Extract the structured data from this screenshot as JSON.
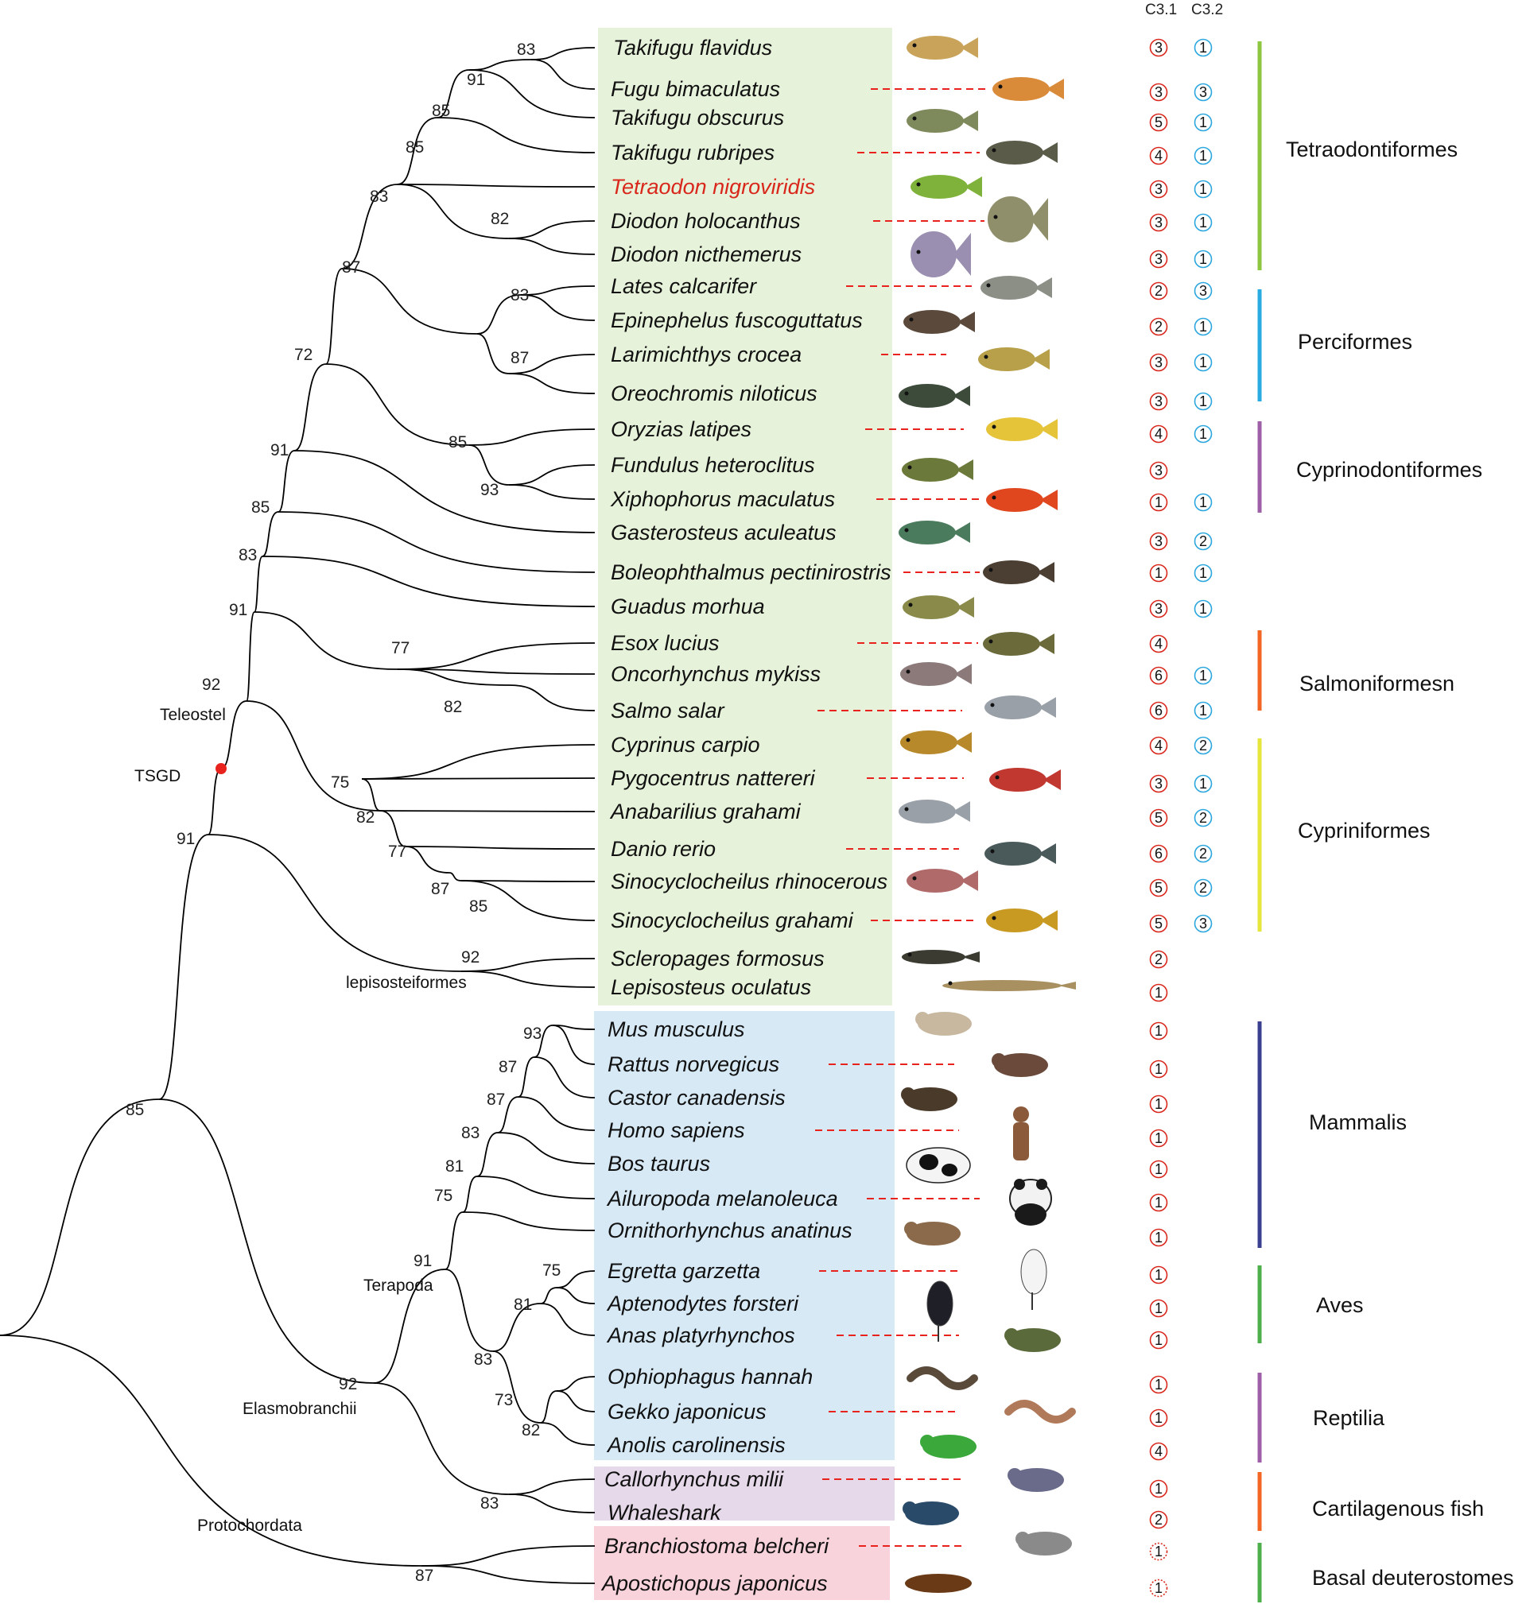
{
  "column_headers": [
    "C3.1",
    "C3.2"
  ],
  "groups": [
    {
      "name": "Tetraodontiformes",
      "color": "#8dc63f"
    },
    {
      "name": "Perciformes",
      "color": "#29abe2"
    },
    {
      "name": "Cyprinodontiformes",
      "color": "#9e5fa8"
    },
    {
      "name": "Salmoniformesn",
      "color": "#f26522"
    },
    {
      "name": "Cypriniformes",
      "color": "#e5e53c"
    },
    {
      "name": "Mammalis",
      "color": "#3b3f8f"
    },
    {
      "name": "Aves",
      "color": "#4daf4a"
    },
    {
      "name": "Reptilia",
      "color": "#9e5fa8"
    },
    {
      "name": "Cartilagenous fish",
      "color": "#f26522"
    },
    {
      "name": "Basal deuterostomes",
      "color": "#4daf4a"
    }
  ],
  "species": [
    {
      "name": "Takifugu flavidus",
      "c31": "3",
      "c32": "1",
      "highlight": false
    },
    {
      "name": "Fugu bimaculatus",
      "c31": "3",
      "c32": "3",
      "highlight": false
    },
    {
      "name": "Takifugu obscurus",
      "c31": "5",
      "c32": "1",
      "highlight": false
    },
    {
      "name": "Takifugu rubripes",
      "c31": "4",
      "c32": "1",
      "highlight": false
    },
    {
      "name": "Tetraodon nigroviridis",
      "c31": "3",
      "c32": "1",
      "highlight": true
    },
    {
      "name": "Diodon holocanthus",
      "c31": "3",
      "c32": "1",
      "highlight": false
    },
    {
      "name": "Diodon nicthemerus",
      "c31": "3",
      "c32": "1",
      "highlight": false
    },
    {
      "name": "Lates calcarifer",
      "c31": "2",
      "c32": "3",
      "highlight": false
    },
    {
      "name": "Epinephelus fuscoguttatus",
      "c31": "2",
      "c32": "1",
      "highlight": false
    },
    {
      "name": "Larimichthys crocea",
      "c31": "3",
      "c32": "1",
      "highlight": false
    },
    {
      "name": "Oreochromis niloticus",
      "c31": "3",
      "c32": "1",
      "highlight": false
    },
    {
      "name": "Oryzias latipes",
      "c31": "4",
      "c32": "1",
      "highlight": false
    },
    {
      "name": "Fundulus heteroclitus",
      "c31": "3",
      "c32": "",
      "highlight": false
    },
    {
      "name": "Xiphophorus maculatus",
      "c31": "1",
      "c32": "1",
      "highlight": false
    },
    {
      "name": "Gasterosteus aculeatus",
      "c31": "3",
      "c32": "2",
      "highlight": false
    },
    {
      "name": "Boleophthalmus pectinirostris",
      "c31": "1",
      "c32": "1",
      "highlight": false
    },
    {
      "name": "Guadus morhua",
      "c31": "3",
      "c32": "1",
      "highlight": false
    },
    {
      "name": "Esox lucius",
      "c31": "4",
      "c32": "",
      "highlight": false
    },
    {
      "name": "Oncorhynchus mykiss",
      "c31": "6",
      "c32": "1",
      "highlight": false
    },
    {
      "name": "Salmo salar",
      "c31": "6",
      "c32": "1",
      "highlight": false
    },
    {
      "name": "Cyprinus carpio",
      "c31": "4",
      "c32": "2",
      "highlight": false
    },
    {
      "name": "Pygocentrus nattereri",
      "c31": "3",
      "c32": "1",
      "highlight": false
    },
    {
      "name": "Anabarilius grahami",
      "c31": "5",
      "c32": "2",
      "highlight": false
    },
    {
      "name": "Danio rerio",
      "c31": "6",
      "c32": "2",
      "highlight": false
    },
    {
      "name": "Sinocyclocheilus rhinocerous",
      "c31": "5",
      "c32": "2",
      "highlight": false
    },
    {
      "name": "Sinocyclocheilus grahami",
      "c31": "5",
      "c32": "3",
      "highlight": false
    },
    {
      "name": "Scleropages formosus",
      "c31": "2",
      "c32": "",
      "highlight": false
    },
    {
      "name": "Lepisosteus oculatus",
      "c31": "1",
      "c32": "",
      "highlight": false
    },
    {
      "name": "Mus musculus",
      "c31": "1",
      "c32": "",
      "highlight": false
    },
    {
      "name": "Rattus norvegicus",
      "c31": "1",
      "c32": "",
      "highlight": false
    },
    {
      "name": "Castor canadensis",
      "c31": "1",
      "c32": "",
      "highlight": false
    },
    {
      "name": "Homo sapiens",
      "c31": "1",
      "c32": "",
      "highlight": false
    },
    {
      "name": "Bos taurus",
      "c31": "1",
      "c32": "",
      "highlight": false
    },
    {
      "name": "Ailuropoda melanoleuca",
      "c31": "1",
      "c32": "",
      "highlight": false
    },
    {
      "name": "Ornithorhynchus anatinus",
      "c31": "1",
      "c32": "",
      "highlight": false
    },
    {
      "name": "Egretta garzetta",
      "c31": "1",
      "c32": "",
      "highlight": false
    },
    {
      "name": "Aptenodytes forsteri",
      "c31": "1",
      "c32": "",
      "highlight": false
    },
    {
      "name": "Anas platyrhynchos",
      "c31": "1",
      "c32": "",
      "highlight": false
    },
    {
      "name": "Ophiophagus hannah",
      "c31": "1",
      "c32": "",
      "highlight": false
    },
    {
      "name": "Gekko japonicus",
      "c31": "1",
      "c32": "",
      "highlight": false
    },
    {
      "name": "Anolis carolinensis",
      "c31": "4",
      "c32": "",
      "highlight": false
    },
    {
      "name": "Callorhynchus milii",
      "c31": "1",
      "c32": "",
      "highlight": false
    },
    {
      "name": "Whaleshark",
      "c31": "2",
      "c32": "",
      "highlight": false
    },
    {
      "name": "Branchiostoma belcheri",
      "c31": "1",
      "c32": "",
      "highlight": false
    },
    {
      "name": "Apostichopus japonicus",
      "c31": "1",
      "c32": "",
      "highlight": false
    }
  ],
  "bootstrap": [
    "83",
    "91",
    "85",
    "85",
    "83",
    "82",
    "87",
    "83",
    "87",
    "72",
    "85",
    "93",
    "91",
    "85",
    "83",
    "91",
    "77",
    "82",
    "92",
    "75",
    "82",
    "77",
    "87",
    "85",
    "91",
    "92",
    "85",
    "93",
    "87",
    "87",
    "83",
    "81",
    "75",
    "91",
    "75",
    "81",
    "83",
    "73",
    "82",
    "92",
    "83",
    "87"
  ],
  "clade_labels": [
    "Teleostel",
    "TSGD",
    "lepisosteiformes",
    "Terapoda",
    "Elasmobranchii",
    "Protochordata"
  ],
  "colors": {
    "fish_panel": "#e6f2d9",
    "tetrapod_panel": "#d6e9f5",
    "cartilage_panel": "#e6d9ea",
    "basal_panel": "#f8d3dc",
    "c31_circle": "#d9271c",
    "c32_circle": "#2ba6de",
    "dash": "#e8231d",
    "tsgd_dot": "#e8231d",
    "highlight_text": "#d9271c"
  }
}
